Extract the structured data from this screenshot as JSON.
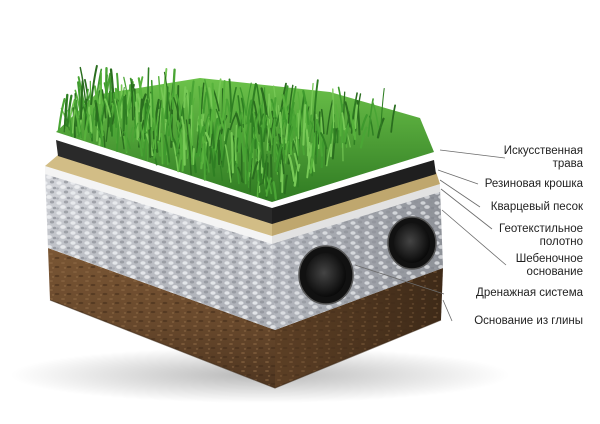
{
  "layers": [
    {
      "id": "grass",
      "label": "Искусственная\nтрава",
      "color": "#3f8f2c"
    },
    {
      "id": "rubber",
      "label": "Резиновая крошка",
      "color": "#2b2b2b"
    },
    {
      "id": "sand",
      "label": "Кварцевый песок",
      "color": "#c9b37e"
    },
    {
      "id": "geotextile",
      "label": "Геотекстильное\nполотно",
      "color": "#f2f2f2"
    },
    {
      "id": "gravel",
      "label": "Шебеночное\nоснование",
      "color": "#b9bcc3"
    },
    {
      "id": "drainage",
      "label": "Дренажная система",
      "color": "#111111"
    },
    {
      "id": "clay",
      "label": "Основание из глины",
      "color": "#6b4a2e"
    }
  ]
}
